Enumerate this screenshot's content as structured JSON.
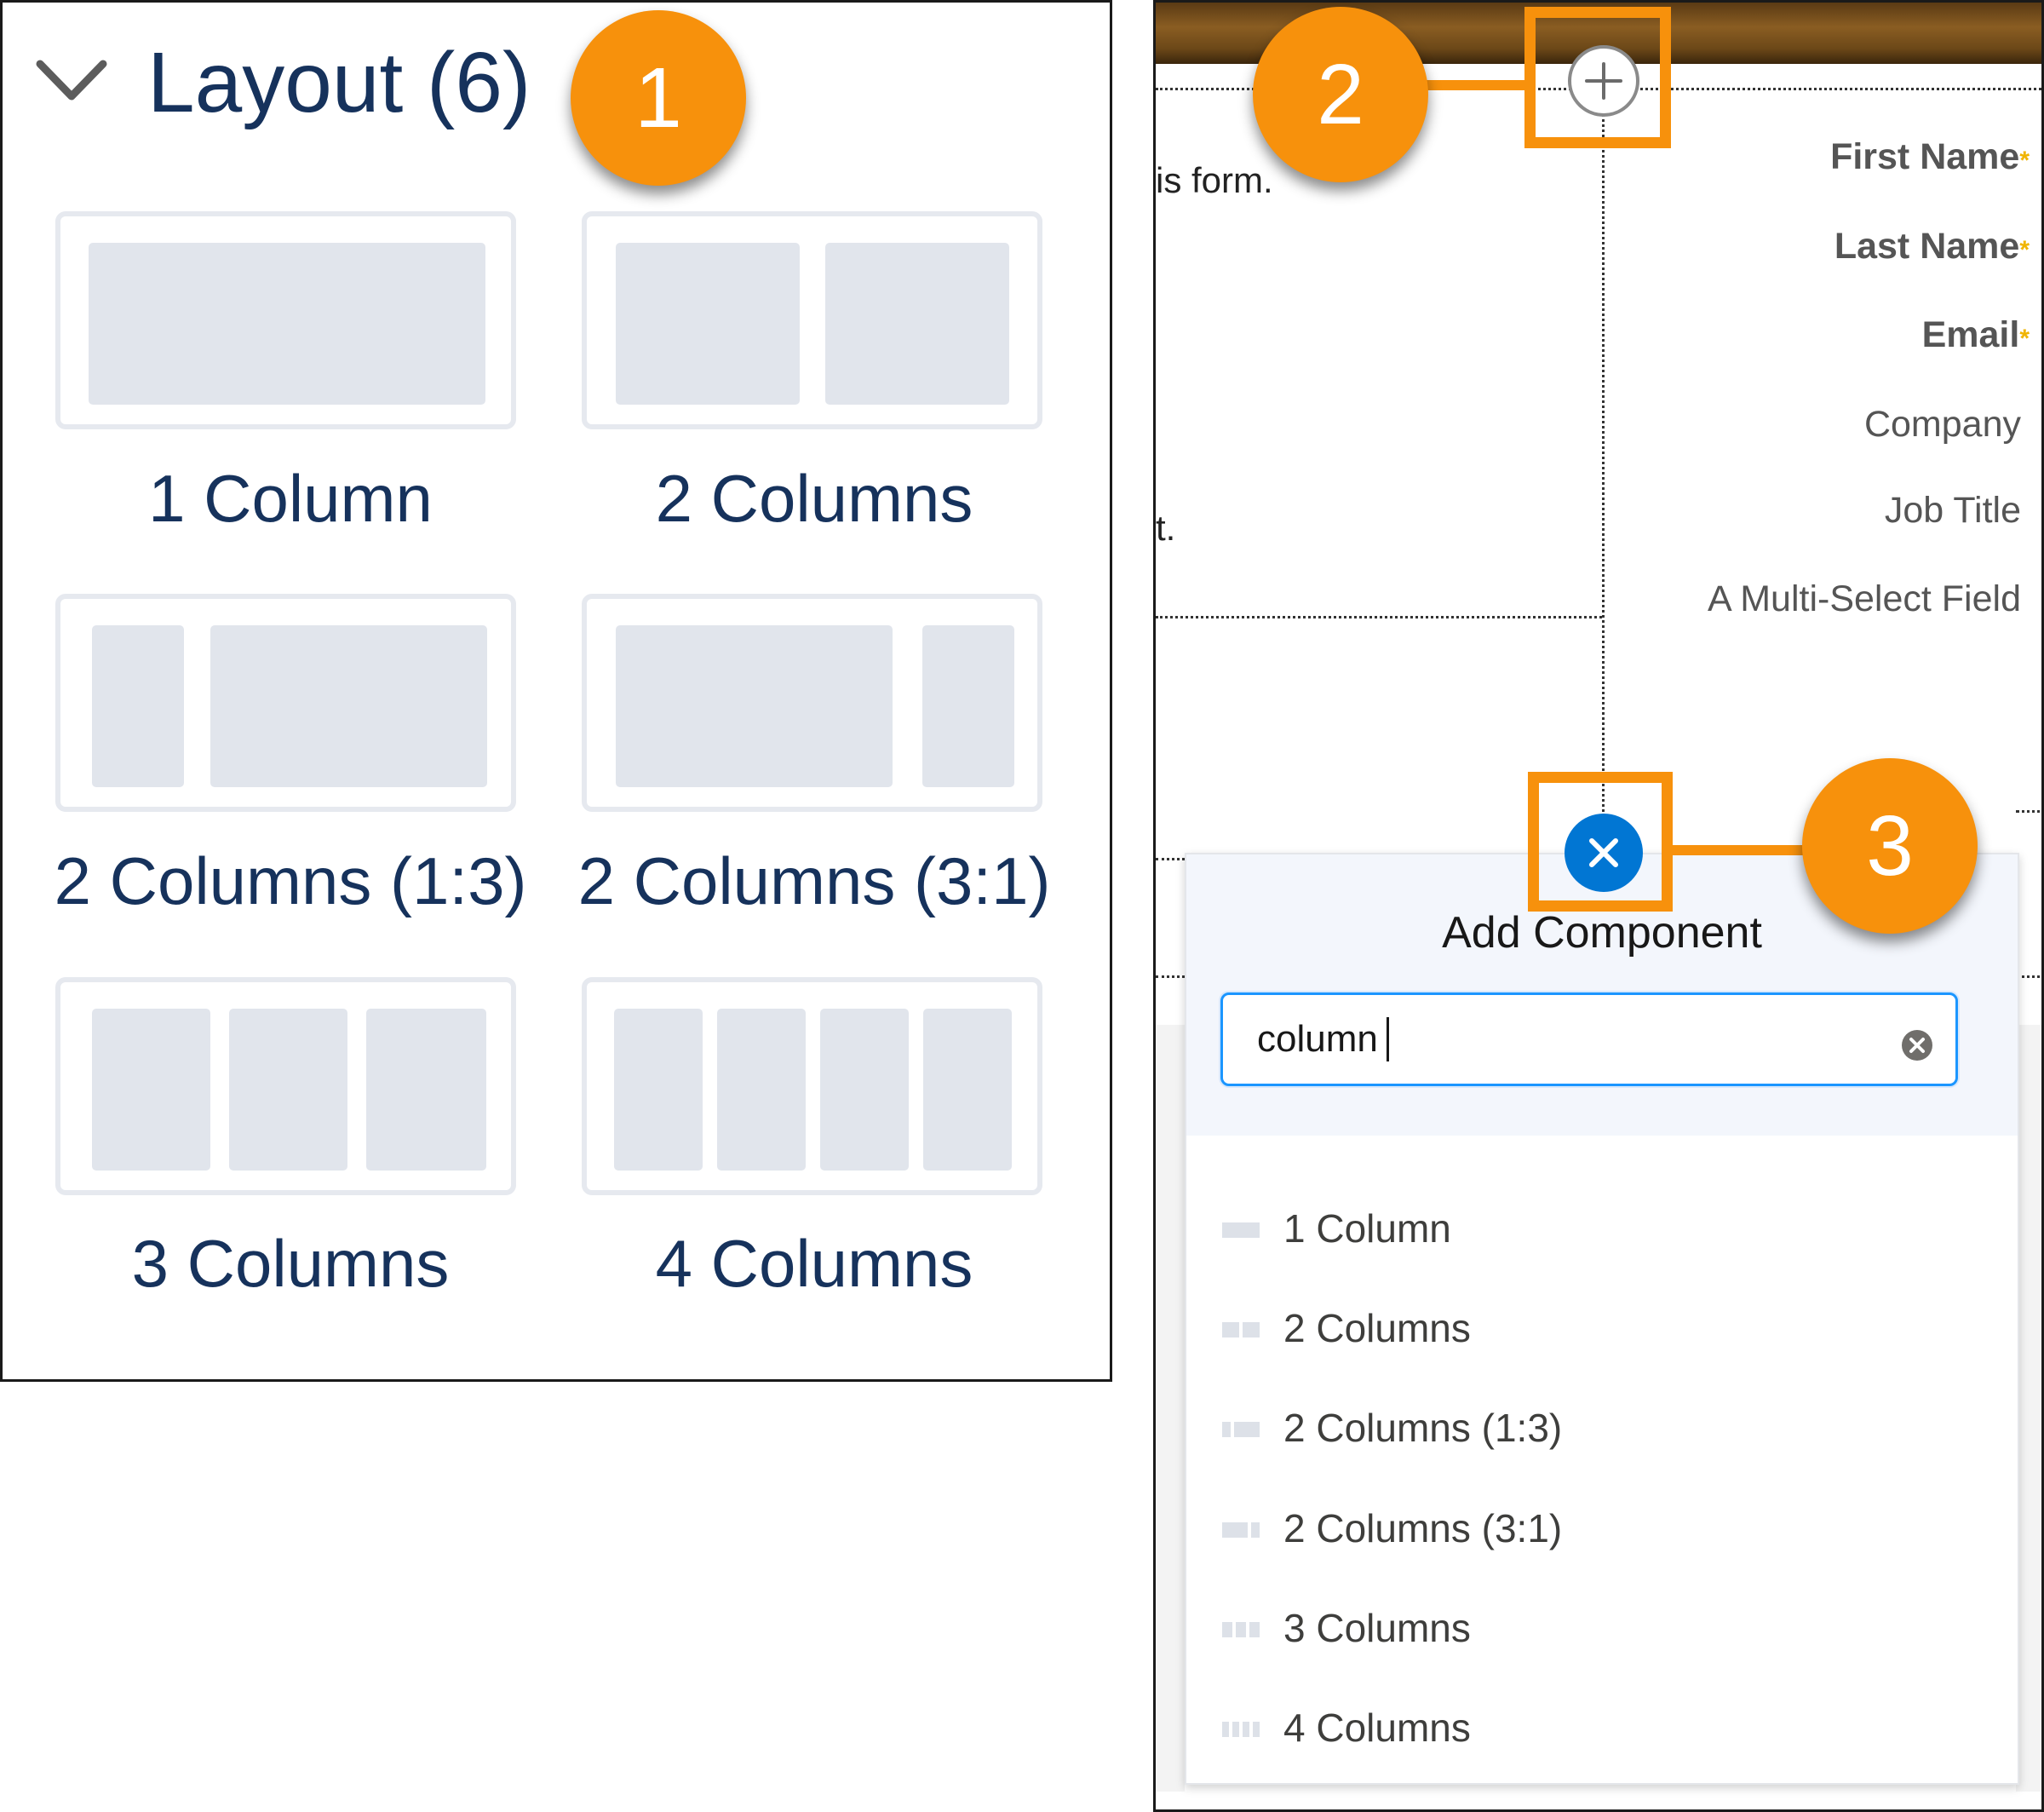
{
  "layout_panel": {
    "title": "Layout (6)",
    "tiles": [
      {
        "label": "1 Column"
      },
      {
        "label": "2 Columns"
      },
      {
        "label": "2 Columns (1:3)"
      },
      {
        "label": "2 Columns (3:1)"
      },
      {
        "label": "3 Columns"
      },
      {
        "label": "4 Columns"
      }
    ]
  },
  "canvas": {
    "side_text_1": "is form.",
    "side_text_2": "t.",
    "fields": [
      {
        "label": "First Name",
        "required": true
      },
      {
        "label": "Last Name",
        "required": true
      },
      {
        "label": "Email",
        "required": true
      },
      {
        "label": "Company",
        "required": false
      },
      {
        "label": "Job Title",
        "required": false
      },
      {
        "label": "A Multi-Select Field",
        "required": false
      }
    ],
    "required_marker": "*"
  },
  "add_component": {
    "title": "Add Component",
    "search_value": "column",
    "results": [
      {
        "label": "1 Column"
      },
      {
        "label": "2 Columns"
      },
      {
        "label": "2 Columns (1:3)"
      },
      {
        "label": "2 Columns (3:1)"
      },
      {
        "label": "3 Columns"
      },
      {
        "label": "4 Columns"
      }
    ]
  },
  "callouts": [
    "1",
    "2",
    "3"
  ],
  "icons": {
    "collapse": "chevron-down-icon",
    "add": "plus-circle-icon",
    "close": "close-circle-icon",
    "clear": "clear-search-icon"
  },
  "colors": {
    "callout": "#f7910c",
    "brand_blue": "#0176d3",
    "focus_blue": "#1b96ff",
    "heading_navy": "#16325c",
    "placeholder_gray": "#e1e5ec"
  }
}
